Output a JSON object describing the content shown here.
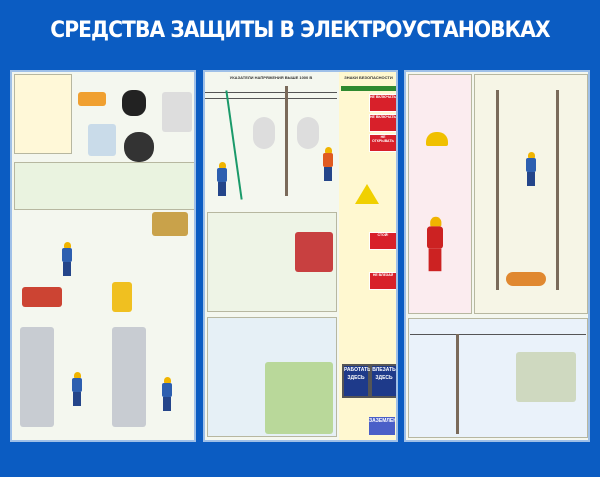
{
  "title": "СРЕДСТВА ЗАЩИТЫ В ЭЛЕКТРОУСТАНОВКАХ",
  "colors": {
    "background": "#0b5cc2",
    "title": "#ffffff",
    "panel": "#f4f7ef",
    "sign_red": "#d8202a",
    "sign_blue": "#1e3a8a",
    "green_bar": "#2f8a2f"
  },
  "panels": [
    {
      "name": "protective-equipment"
    },
    {
      "name": "voltage-indicators",
      "header": "УКАЗАТЕЛИ НАПРЯЖЕНИЯ ВЫШЕ 1000 В",
      "side_header": "ЗНАКИ БЕЗОПАСНОСТИ",
      "signs": [
        "НЕ ВКЛЮЧАТЬ",
        "НЕ ВКЛЮЧАТЬ",
        "НЕ ОТКРЫВАТЬ",
        "СТОЙ!",
        "НЕ ВЛЕЗАЙ"
      ],
      "blue_signs": [
        "РАБОТАТЬ ЗДЕСЬ",
        "ВЛЕЗАТЬ ЗДЕСЬ",
        "ЗАЗЕМЛЕНО"
      ]
    },
    {
      "name": "climbing-and-grounding"
    }
  ]
}
